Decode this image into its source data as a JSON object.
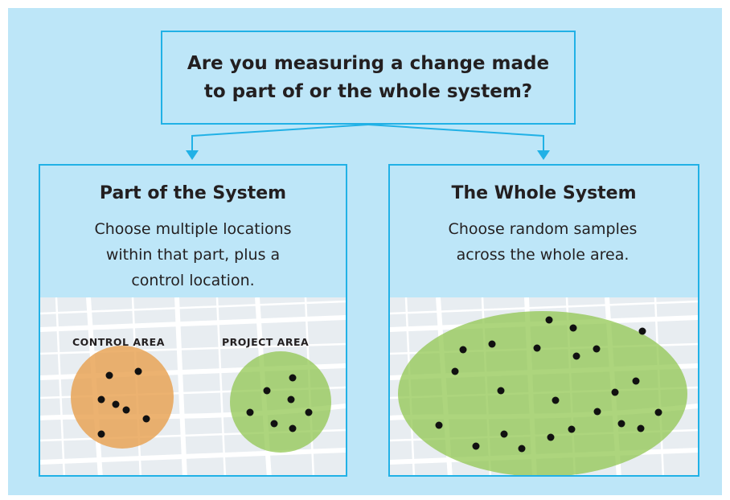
{
  "question": {
    "line1": "Are you measuring a change made",
    "line2": "to part of or the whole system?"
  },
  "left_panel": {
    "title": "Part of the System",
    "desc_lines": [
      "Choose multiple locations",
      "within that part, plus a",
      "control location."
    ],
    "control_label": "CONTROL AREA",
    "project_label": "PROJECT AREA"
  },
  "right_panel": {
    "title": "The Whole System",
    "desc_lines": [
      "Choose random samples",
      "across the whole area."
    ]
  },
  "colors": {
    "background": "#bde6f8",
    "border": "#21b1e6",
    "map_base": "#e8edf1",
    "map_road": "#ffffff",
    "control_area": "#e8a150",
    "project_area": "#8dc54b",
    "dot": "#111111"
  }
}
